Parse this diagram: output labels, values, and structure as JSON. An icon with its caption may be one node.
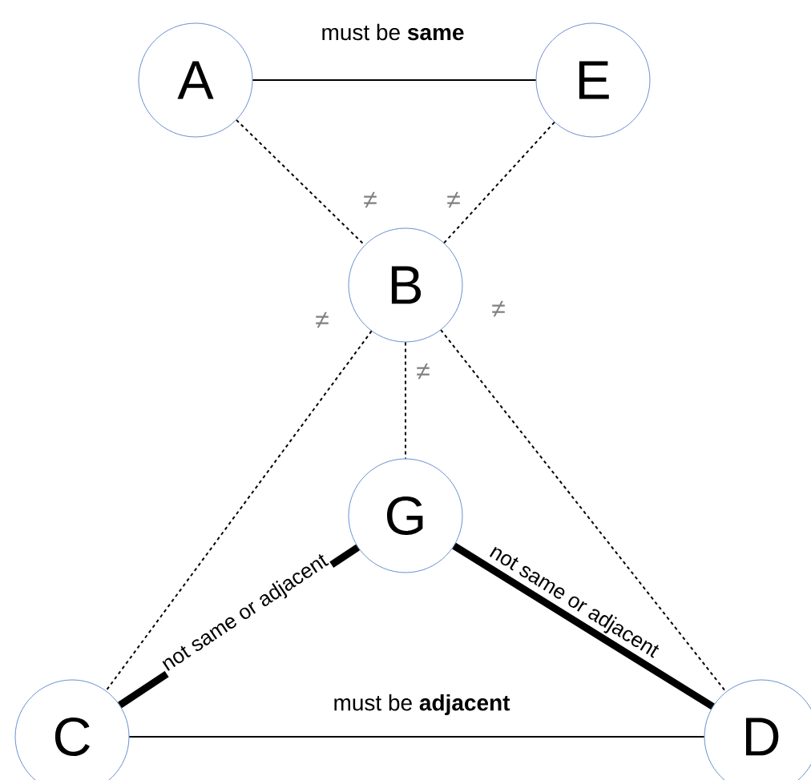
{
  "diagram": {
    "nodes": [
      {
        "text": [
          "A"
        ]
      },
      {
        "text": [
          "E"
        ]
      },
      {
        "text": [
          "B"
        ]
      },
      {
        "text": [
          "G"
        ]
      },
      {
        "text": [
          "C"
        ]
      },
      {
        "text": [
          "D"
        ]
      }
    ],
    "edges": [
      {
        "from": 0,
        "to": 1,
        "arrow": "none",
        "label": "must be **same**"
      },
      {
        "from": 0,
        "to": 2,
        "arrow": "none",
        "style": "dashed",
        "label": "≠"
      },
      {
        "from": 1,
        "to": 2,
        "arrow": "none",
        "style": "dashed",
        "label": "≠"
      },
      {
        "from": 2,
        "to": 4,
        "arrow": "none",
        "style": "dashed",
        "label": "≠"
      },
      {
        "from": 2,
        "to": 3,
        "arrow": "none",
        "style": "dashed",
        "label": "≠"
      },
      {
        "from": 2,
        "to": 5,
        "arrow": "none",
        "style": "dashed",
        "label": "≠"
      },
      {
        "from": 4,
        "to": 3,
        "arrow": "none",
        "style": "thick",
        "label": "not same or adjacent"
      },
      {
        "from": 3,
        "to": 5,
        "arrow": "none",
        "style": "thick",
        "label": "not same or adjacent"
      },
      {
        "from": 4,
        "to": 5,
        "arrow": "none",
        "label": "must be **adjacent**"
      }
    ]
  }
}
